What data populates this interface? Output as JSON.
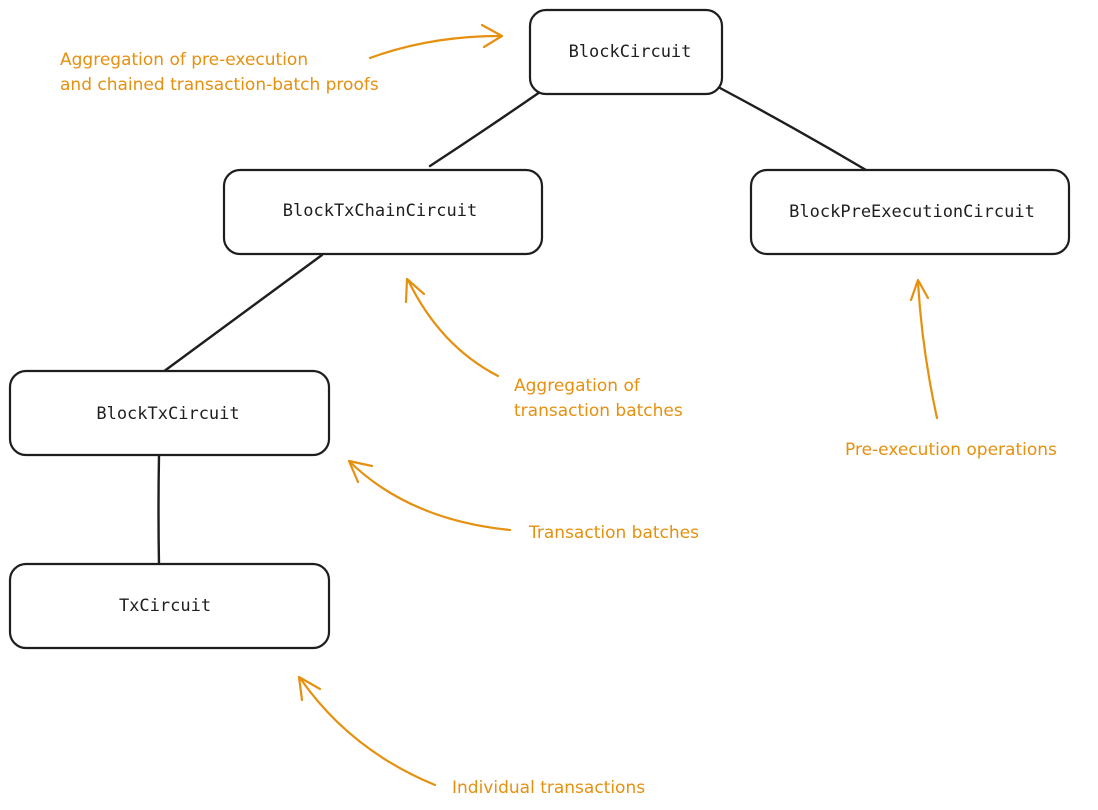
{
  "colors": {
    "node_stroke": "#1e1e1e",
    "annotation": "#e6900f",
    "background": "#ffffff"
  },
  "nodes": {
    "block_circuit": "BlockCircuit",
    "block_tx_chain_circuit": "BlockTxChainCircuit",
    "block_pre_execution_circuit": "BlockPreExecutionCircuit",
    "block_tx_circuit": "BlockTxCircuit",
    "tx_circuit": "TxCircuit"
  },
  "annotations": {
    "block_circuit": [
      "Aggregation of pre-execution",
      "and chained transaction-batch proofs"
    ],
    "block_tx_chain_circuit": [
      "Aggregation of",
      "transaction batches"
    ],
    "block_pre_execution_circuit": [
      "Pre-execution operations"
    ],
    "block_tx_circuit": [
      "Transaction batches"
    ],
    "tx_circuit": [
      "Individual transactions"
    ]
  }
}
